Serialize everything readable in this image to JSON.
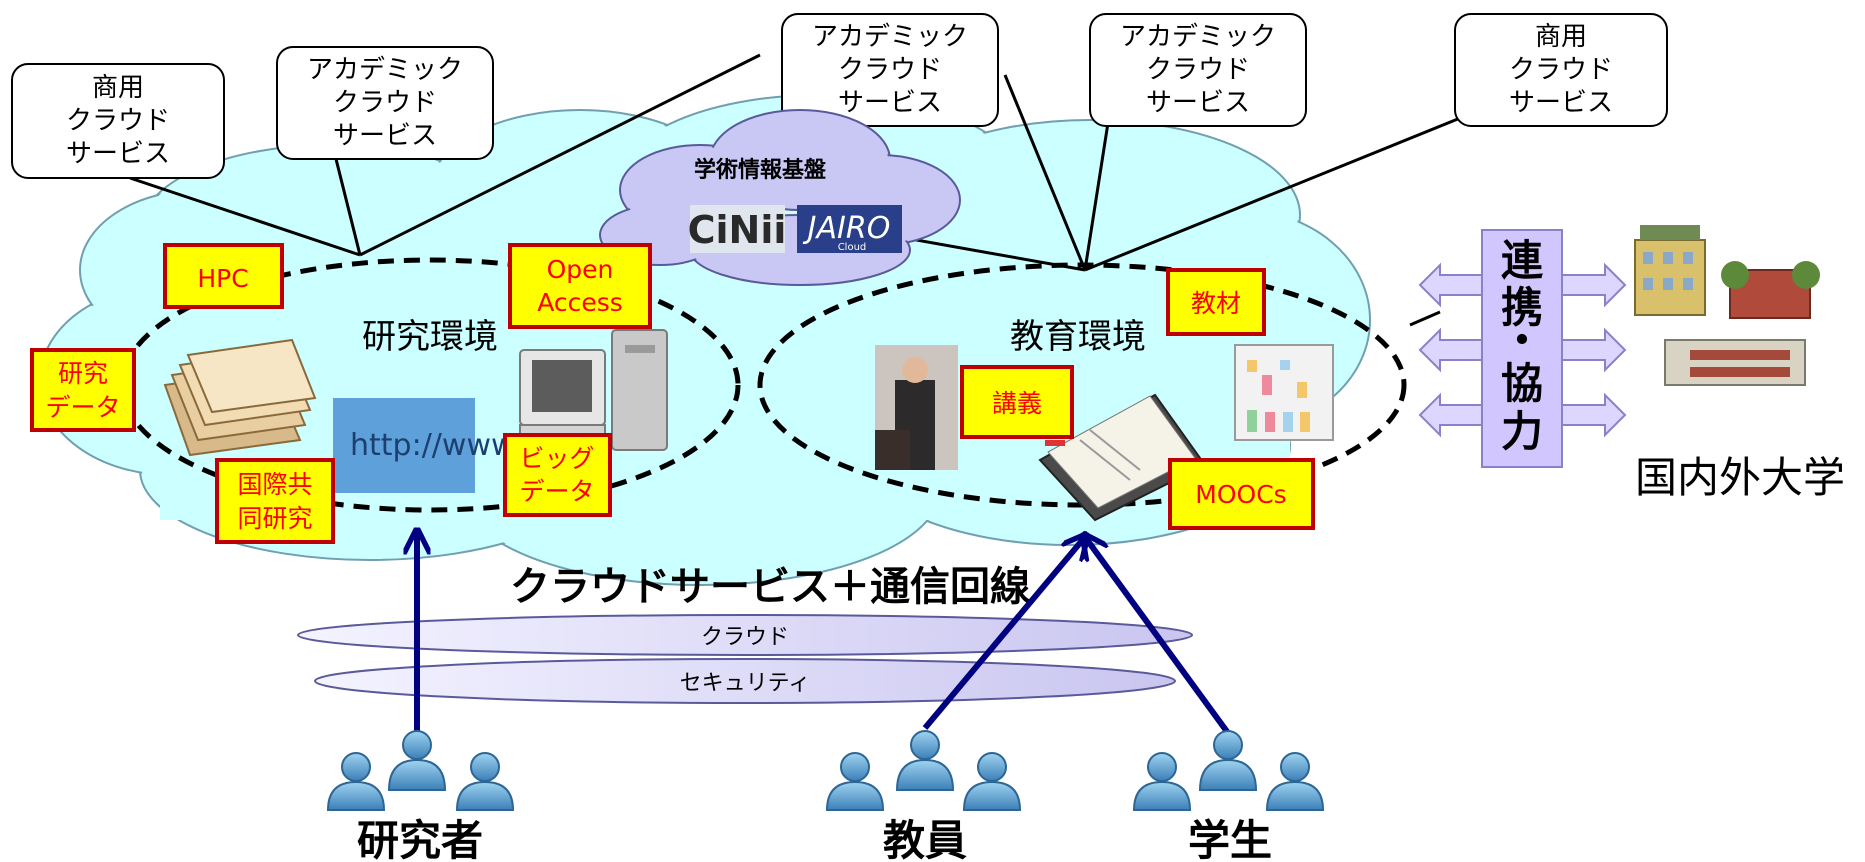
{
  "services": [
    {
      "id": "commercial-left",
      "lines": [
        "商用",
        "クラウド",
        "サービス"
      ]
    },
    {
      "id": "academic-1",
      "lines": [
        "アカデミック",
        "クラウド",
        "サービス"
      ]
    },
    {
      "id": "academic-2",
      "lines": [
        "アカデミック",
        "クラウド",
        "サービス"
      ]
    },
    {
      "id": "academic-3",
      "lines": [
        "アカデミック",
        "クラウド",
        "サービス"
      ]
    },
    {
      "id": "commercial-right",
      "lines": [
        "商用",
        "クラウド",
        "サービス"
      ]
    }
  ],
  "academic_info": {
    "title": "学術情報基盤",
    "logos": [
      "CiNii",
      "JAIRO",
      "Cloud"
    ]
  },
  "research": {
    "title": "研究環境",
    "http_text": "http://www"
  },
  "education": {
    "title": "教育環境"
  },
  "tags": {
    "hpc": [
      "HPC"
    ],
    "open_access": [
      "Open",
      "Access"
    ],
    "research_data": [
      "研究",
      "データ"
    ],
    "intl_research": [
      "国際共",
      "同研究"
    ],
    "big_data": [
      "ビッグ",
      "データ"
    ],
    "materials": [
      "教材"
    ],
    "lecture": [
      "講義"
    ],
    "moocs": [
      "MOOCs"
    ]
  },
  "cloud_label": "クラウドサービス＋通信回線",
  "layers": [
    "クラウド",
    "セキュリティ"
  ],
  "collab": [
    "連",
    "携",
    "・",
    "協",
    "力"
  ],
  "universities": "国内外大学",
  "users": [
    "研究者",
    "教員",
    "学生"
  ],
  "colors": {
    "cloud": "#ccffff",
    "tag_fill": "#ffff00",
    "tag_border": "#c00000",
    "tag_text": "#ff0000",
    "arrow": "#000080",
    "collab": "#ccc0ff"
  }
}
